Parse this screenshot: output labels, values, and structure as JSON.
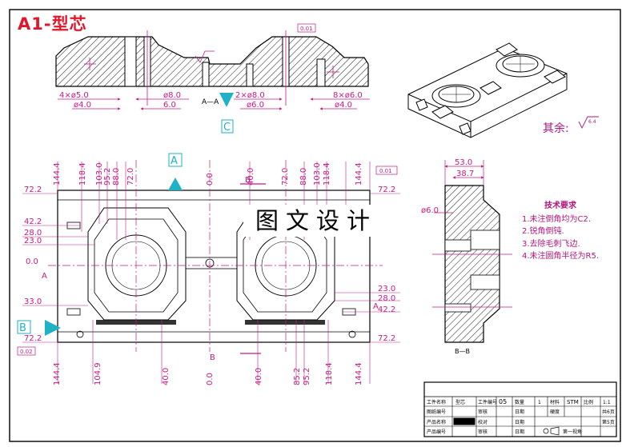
{
  "title": "A1-型芯",
  "watermark": "图文设计",
  "roughness": {
    "label": "其余:",
    "symbol_value": "6.4"
  },
  "tech_requirements": {
    "heading": "技术要求",
    "items": [
      "1.未注倒角均为C2.",
      "2.锐角倒钝.",
      "3.去除毛刺飞边.",
      "4.未注圆角半径为R5."
    ]
  },
  "section_views": {
    "aa": "A—A",
    "bb": "B—B"
  },
  "view_markers": {
    "a": "A",
    "b": "B",
    "c": "C"
  },
  "flatness_frames": [
    "0.01",
    "0.02",
    "0.01"
  ],
  "top_dims": [
    "4×ø5.0",
    "ø4.0",
    "ø8.0",
    "6.0",
    "2×ø8.0",
    "ø6.0",
    "8×ø6.0",
    "ø4.0"
  ],
  "plan_top_dims": [
    "144.4",
    "118.4",
    "103.0",
    "95.2",
    "88.0",
    "72.0",
    "0.0",
    "40.0",
    "72.0",
    "88.0",
    "103.0",
    "118.4",
    "144.4"
  ],
  "plan_bottom_dims": [
    "144.4",
    "104.9",
    "40.0",
    "0.0",
    "40.0",
    "85.2",
    "95.2",
    "118.4",
    "144.4"
  ],
  "plan_left_dims": [
    "72.2",
    "42.2",
    "28.0",
    "23.0",
    "0.0",
    "33.0",
    "72.2"
  ],
  "plan_right_dims": [
    "72.2",
    "23.0",
    "28.0",
    "42.2",
    "72.2"
  ],
  "side_dims": [
    "53.0",
    "38.7",
    "ø6.0"
  ],
  "title_block": {
    "rows": [
      [
        "工件名称",
        "型芯",
        "工件编号",
        "05",
        "数量",
        "1",
        "材料",
        "STM",
        "比例",
        "1:1"
      ],
      [
        "图纸编号",
        "",
        "审核",
        "",
        "日期",
        "",
        "硬度",
        "",
        "共6页",
        ""
      ],
      [
        "产品名称",
        "",
        "校对",
        "",
        "日期",
        "",
        "",
        "",
        "第5页",
        ""
      ],
      [
        "产品编号",
        "",
        "审核",
        "",
        "日期",
        "",
        "第一视角",
        "",
        "",
        ""
      ]
    ]
  },
  "colors": {
    "outline": "#000000",
    "dimension": "#c41a86",
    "marker": "#1fb2c6",
    "title": "#e0162b",
    "hatch": "#000000"
  }
}
